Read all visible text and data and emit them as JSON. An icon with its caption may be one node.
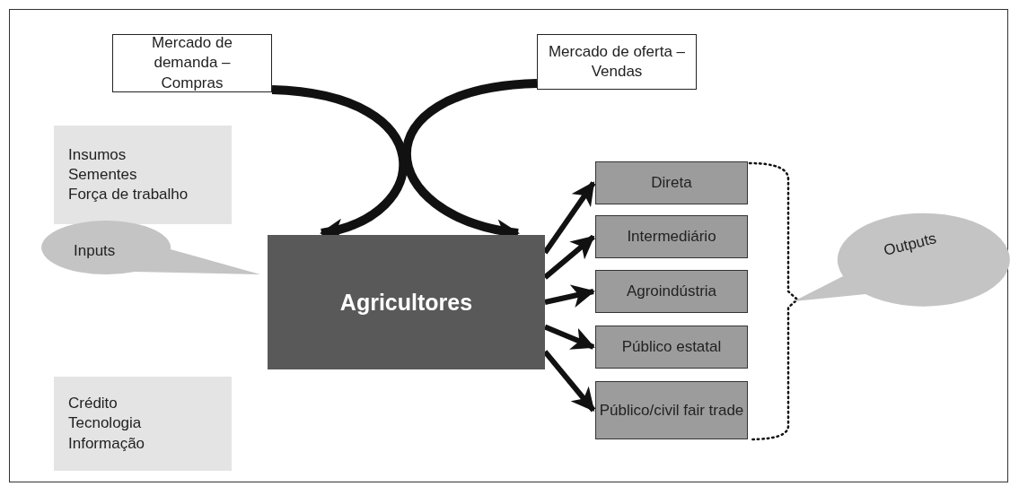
{
  "diagram": {
    "nodes": [
      {
        "text": [
          "Mercado de demanda – Compras"
        ]
      },
      {
        "text": [
          "Mercado de oferta – Vendas"
        ]
      },
      {
        "text": [
          "Insumos",
          "Sementes",
          "Força de trabalho"
        ]
      },
      {
        "text": [
          "Inputs"
        ]
      },
      {
        "text": [
          "Agricultores"
        ]
      },
      {
        "text": [
          "Crédito",
          "Tecnologia",
          "Informação"
        ]
      },
      {
        "text": [
          "Direta"
        ]
      },
      {
        "text": [
          "Intermediário"
        ]
      },
      {
        "text": [
          "Agroindústria"
        ]
      },
      {
        "text": [
          "Público estatal"
        ]
      },
      {
        "text": [
          "Público/civil fair trade"
        ]
      },
      {
        "text": [
          "Outputs"
        ]
      }
    ],
    "edges": [
      {
        "from": 0,
        "to": 4,
        "arrow": "to"
      },
      {
        "from": 1,
        "to": 4,
        "arrow": "to"
      },
      {
        "from": 4,
        "to": 6,
        "arrow": "to"
      },
      {
        "from": 4,
        "to": 7,
        "arrow": "to"
      },
      {
        "from": 4,
        "to": 8,
        "arrow": "to"
      },
      {
        "from": 4,
        "to": 9,
        "arrow": "to"
      },
      {
        "from": 4,
        "to": 10,
        "arrow": "to"
      }
    ]
  }
}
